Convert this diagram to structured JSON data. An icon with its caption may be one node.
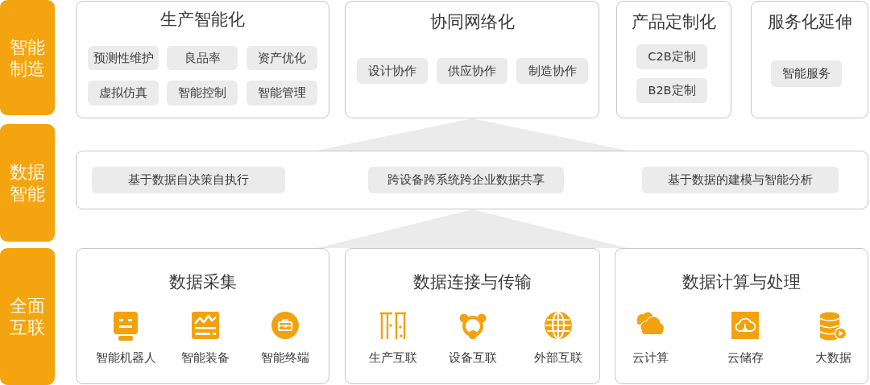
{
  "diagram": {
    "nodes": [
      {
        "text": [
          "智能制造"
        ]
      },
      {
        "text": [
          "生产智能化"
        ]
      },
      {
        "text": [
          "预测性维护"
        ],
        "in": 1
      },
      {
        "text": [
          "良品率"
        ],
        "in": 1
      },
      {
        "text": [
          "资产优化"
        ],
        "in": 1
      },
      {
        "text": [
          "虚拟仿真"
        ],
        "in": 1
      },
      {
        "text": [
          "智能控制"
        ],
        "in": 1
      },
      {
        "text": [
          "智能管理"
        ],
        "in": 1
      },
      {
        "text": [
          "协同网络化"
        ]
      },
      {
        "text": [
          "设计协作"
        ],
        "in": 8
      },
      {
        "text": [
          "供应协作"
        ],
        "in": 8
      },
      {
        "text": [
          "制造协作"
        ],
        "in": 8
      },
      {
        "text": [
          "产品定制化"
        ]
      },
      {
        "text": [
          "C2B定制"
        ],
        "in": 12
      },
      {
        "text": [
          "B2B定制"
        ],
        "in": 12
      },
      {
        "text": [
          "服务化延伸"
        ]
      },
      {
        "text": [
          "智能服务"
        ],
        "in": 15
      },
      {
        "text": [
          "数据智能"
        ]
      },
      {
        "text": [],
        "shape": "box"
      },
      {
        "text": [
          "基于数据自决策自执行"
        ],
        "in": 18
      },
      {
        "text": [
          "跨设备跨系统跨企业数据共享"
        ],
        "in": 18
      },
      {
        "text": [
          "基于数据的建模与智能分析"
        ],
        "in": 18
      },
      {
        "text": [
          "全面互联"
        ]
      },
      {
        "text": [
          "数据采集"
        ]
      },
      {
        "text": [
          "智能机器人"
        ],
        "in": 23
      },
      {
        "text": [
          "智能装备"
        ],
        "in": 23
      },
      {
        "text": [
          "智能终端"
        ],
        "in": 23
      },
      {
        "text": [
          "数据连接与传输"
        ]
      },
      {
        "text": [
          "生产互联"
        ],
        "in": 27
      },
      {
        "text": [
          "设备互联"
        ],
        "in": 27
      },
      {
        "text": [
          "外部互联"
        ],
        "in": 27
      },
      {
        "text": [
          "数据计算与处理"
        ]
      },
      {
        "text": [
          "云计算"
        ],
        "in": 31
      },
      {
        "text": [
          "云储存"
        ],
        "in": 31
      },
      {
        "text": [
          "大数据"
        ],
        "in": 31
      }
    ],
    "edges": [
      {
        "from": 18,
        "to": 8,
        "arrow": "to"
      },
      {
        "from": 27,
        "to": 18,
        "arrow": "to"
      }
    ]
  }
}
